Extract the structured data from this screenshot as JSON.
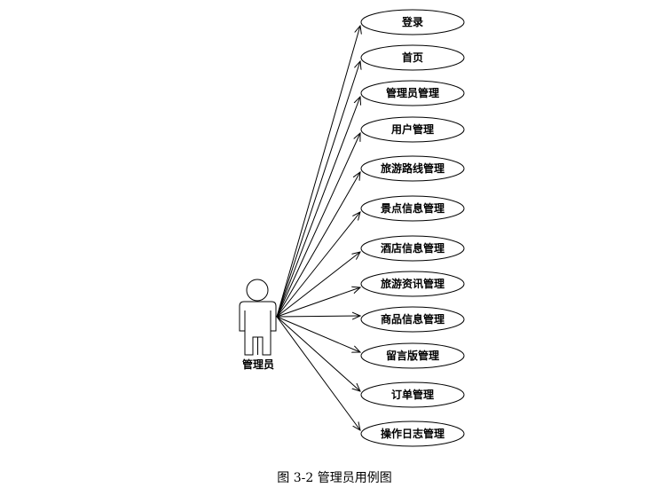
{
  "actor": {
    "label": "管理员"
  },
  "use_cases": [
    {
      "label": "登录"
    },
    {
      "label": "首页"
    },
    {
      "label": "管理员管理"
    },
    {
      "label": "用户管理"
    },
    {
      "label": "旅游路线管理"
    },
    {
      "label": "景点信息管理"
    },
    {
      "label": "酒店信息管理"
    },
    {
      "label": "旅游资讯管理"
    },
    {
      "label": "商品信息管理"
    },
    {
      "label": "留言版管理"
    },
    {
      "label": "订单管理"
    },
    {
      "label": "操作日志管理"
    }
  ],
  "caption": "图 3-2 管理员用例图"
}
